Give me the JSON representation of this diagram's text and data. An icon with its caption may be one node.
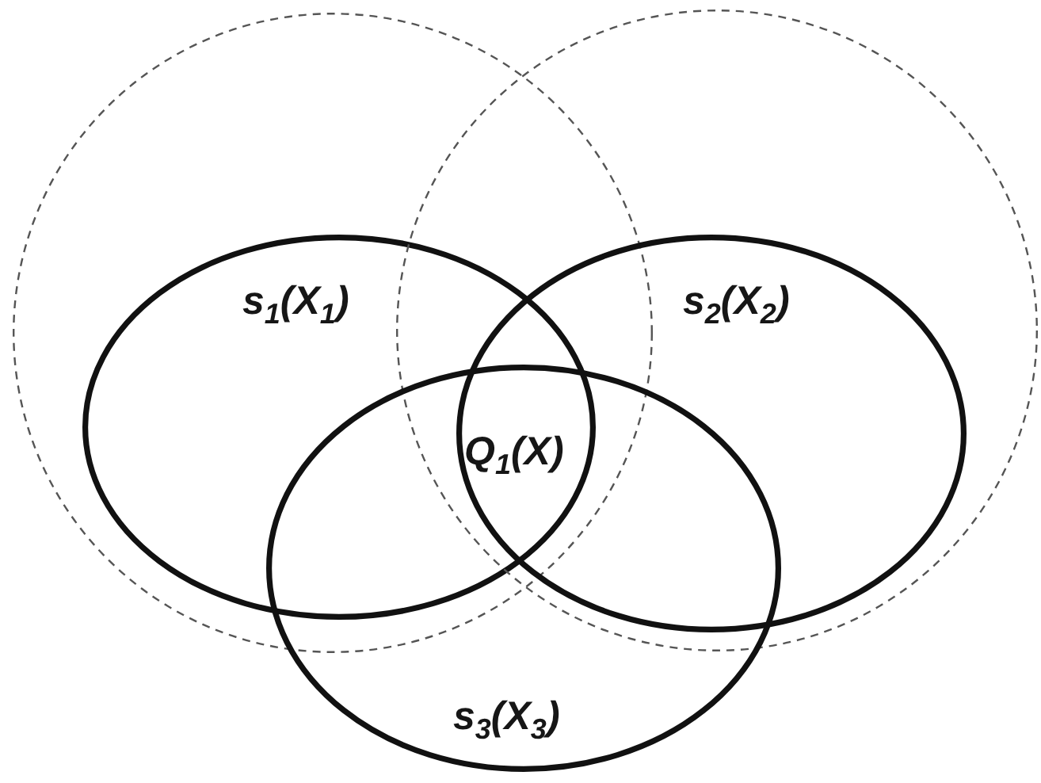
{
  "diagram": {
    "nodes": [
      {
        "text": [],
        "shape": "circle"
      },
      {
        "text": [],
        "shape": "circle"
      },
      {
        "text": [
          "s$_{1}$(X$_{1}$)"
        ],
        "in": 0
      },
      {
        "text": [
          "s$_{2}$(X$_{2}$)"
        ],
        "in": 1
      },
      {
        "text": [
          "s$_{3}$(X$_{3}$)"
        ]
      }
    ],
    "labels": [
      "Q$_{1}$(X)"
    ]
  }
}
